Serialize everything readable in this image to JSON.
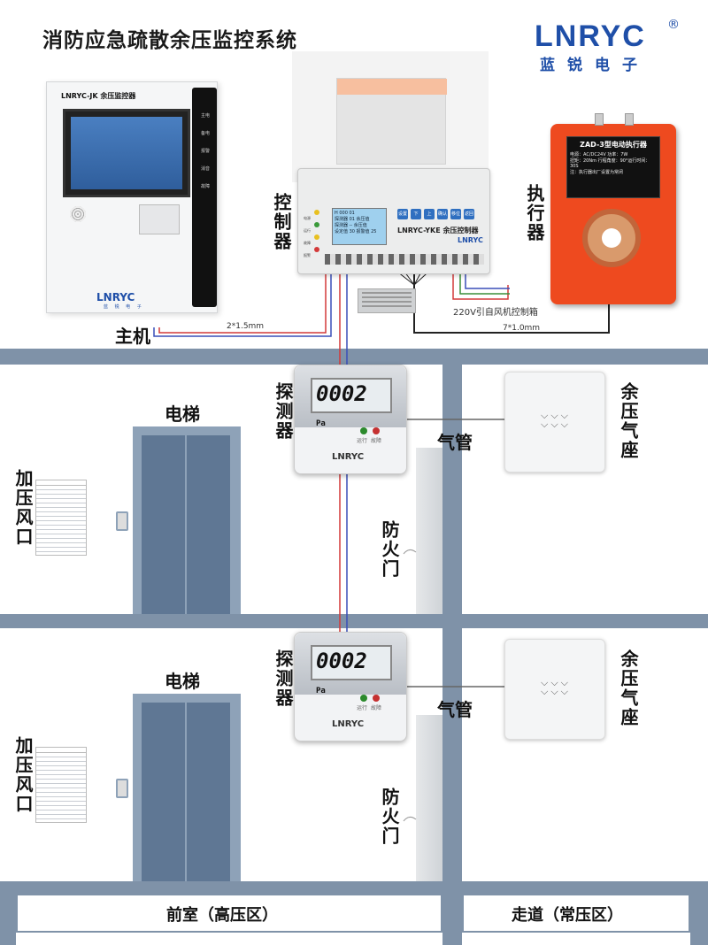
{
  "title": "消防应急疏散余压监控系统",
  "brand": {
    "logo": "LNRYC",
    "registered": "®",
    "subtitle": "蓝锐电子"
  },
  "host": {
    "label": "主机",
    "panel_title": "LNRYC-JK 余压监控器",
    "brand": "LNRYC",
    "brand_sub": "蓝 锐 电 子",
    "indicators": [
      "主电",
      "备电",
      "报警",
      "消音",
      "故障"
    ]
  },
  "controller": {
    "label": "控制器",
    "model_label": "LNRYC-YKE 余压控制器",
    "brand": "LNRYC",
    "display_lines": [
      "H 000 01",
      "探测器 01 余压值",
      "探测器 -- 余压值",
      "设定值 30 报警值 25"
    ],
    "buttons": [
      "设置",
      "下",
      "上",
      "确认",
      "移位",
      "返回"
    ],
    "leds": [
      "电源",
      "运行",
      "故障",
      "报警"
    ]
  },
  "actuator": {
    "label": "执行器",
    "plate_title": "ZAD-3型电动执行器",
    "plate_lines": [
      "电源：AC/DC24V  功率：7W",
      "扭矩：20Nm 行程角度：90°运行时间：30S",
      "注：执行器出厂设置为常闭"
    ]
  },
  "wires": {
    "host_to_controller": "2*1.5mm",
    "actuator_to_controller": "7*1.0mm",
    "fan_box": "220V引自风机控制箱"
  },
  "floors": [
    {
      "elevator_label": "电梯",
      "vent_label": "加压风口",
      "detector_label": "探测器",
      "detector_value": "0002",
      "detector_unit": "Pa",
      "detector_brand": "LNRYC",
      "detector_leds": [
        "运行",
        "故障"
      ],
      "pipe_label": "气管",
      "door_label": "防火门",
      "box_label": "余压气座"
    },
    {
      "elevator_label": "电梯",
      "vent_label": "加压风口",
      "detector_label": "探测器",
      "detector_value": "0002",
      "detector_unit": "Pa",
      "detector_brand": "LNRYC",
      "detector_leds": [
        "运行",
        "故障"
      ],
      "pipe_label": "气管",
      "door_label": "防火门",
      "box_label": "余压气座"
    }
  ],
  "zones": {
    "left": "前室（高压区）",
    "right": "走道（常压区）"
  },
  "colors": {
    "brand_blue": "#1f4fa8",
    "wall": "#7f92a8",
    "actuator_orange": "#ee4a1f",
    "wire_red": "#d33a3a",
    "wire_blue": "#3a4fb8"
  }
}
